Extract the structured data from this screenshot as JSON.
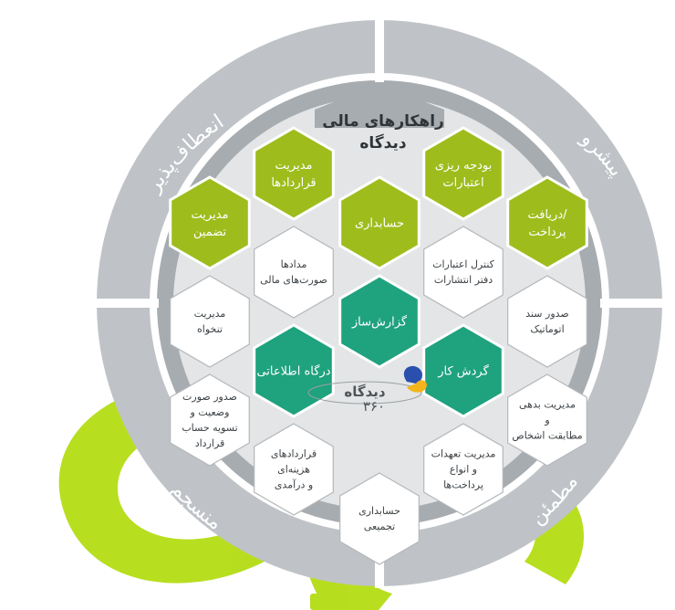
{
  "colors": {
    "outer_ring": "#bfc3c7",
    "inner_ring": "#a7acb0",
    "gap": "#ffffff",
    "center_bg": "#e3e5e6",
    "green": "#9fbc1d",
    "teal": "#1fa27e",
    "white_hex": "#ffffff",
    "hex_border": "#b4b8bc",
    "watermark": "#b4dc14",
    "logo_blue": "#2a4fae",
    "logo_yellow": "#f3b51b"
  },
  "ring_labels": {
    "top_left": "انعطاف‌پذیر",
    "top_right": "پیشرو",
    "bottom_left": "منسجم",
    "bottom_right": "مطمئن"
  },
  "title": {
    "line1": "راهکارهای مالی",
    "line2": "دیدگاه"
  },
  "hexes": {
    "contracts_mgmt": [
      "مدیریت",
      "قراردادها"
    ],
    "budgeting": [
      "بودجه ریزی",
      "اعتبارات"
    ],
    "accounting": [
      "حسابداری"
    ],
    "guarantee_mgmt": [
      "مدیریت",
      "تضمین"
    ],
    "receive_pay": [
      "دریافت/",
      "پرداخت"
    ],
    "financial_statements": [
      "مدادها",
      "صورت‌های مالی"
    ],
    "credit_control": [
      "کنترل اعتبارات",
      "دفتر انتشارات"
    ],
    "advance_mgmt": [
      "مدیریت",
      "تنخواه"
    ],
    "report_builder": [
      "گزارش‌ساز"
    ],
    "voucher_issue": [
      "صدور سند",
      "اتوماتیک"
    ],
    "info_portal": [
      "درگاه اطلاعاتی"
    ],
    "workflow": [
      "گردش کار"
    ],
    "invoice_status": [
      "صدور صورت",
      "وضعیت و",
      "تسویه حساب",
      "قرارداد"
    ],
    "debt_mgmt": [
      "مدیریت بدهی",
      "و",
      "مطابقت اشخاص"
    ],
    "expense_contracts": [
      "قراردادهای",
      "هزینه‌ای",
      "و درآمدی"
    ],
    "commitments": [
      "مدیریت تعهدات",
      "و انواع",
      "پرداخت‌ها"
    ],
    "consolidated": [
      "حسابداری",
      "تجمیعی"
    ]
  },
  "logo": {
    "name": "دیدگاه",
    "version": "۳۶۰"
  }
}
